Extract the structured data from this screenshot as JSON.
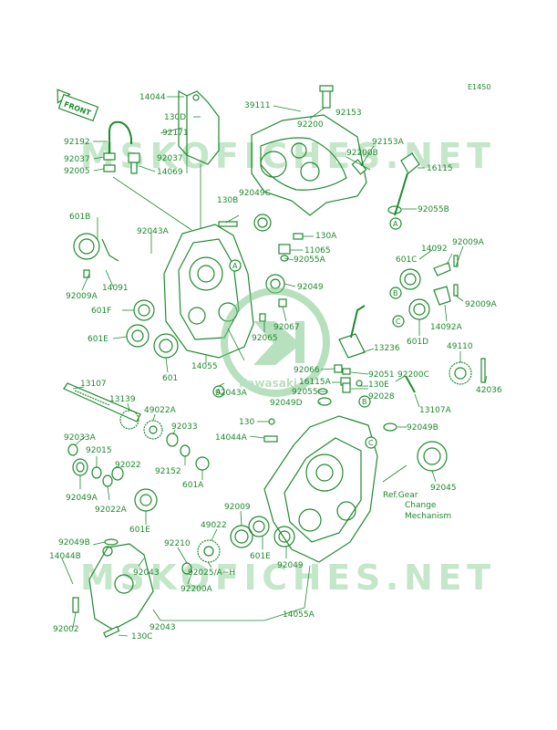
{
  "page_code": "E1450",
  "front_marker": "FRONT",
  "watermarks": [
    "MSKOFICHES.NET",
    "MSKOFICHES.NET"
  ],
  "brand_badge": "Kawasaki",
  "ref_note": [
    "Ref.Gear",
    "Change",
    "Mechanism"
  ],
  "refs": [
    "A",
    "A",
    "B",
    "C",
    "A",
    "B",
    "C"
  ],
  "callouts": {
    "c14044": "14044",
    "c130D": "130D",
    "c92171": "92171",
    "c92192": "92192",
    "c92037a": "92037",
    "c92037b": "92037",
    "c92005": "92005",
    "c14069": "14069",
    "c39111": "39111",
    "c92153": "92153",
    "c92200": "92200",
    "c92200B": "92200B",
    "c92153A": "92153A",
    "c16115": "16115",
    "c92055B": "92055B",
    "c130B": "130B",
    "c92049C": "92049C",
    "c601B": "601B",
    "c92043A": "92043A",
    "c130A": "130A",
    "c11065": "11065",
    "c92055A": "92055A",
    "c14091": "14091",
    "c92009A": "92009A",
    "c601C": "601C",
    "c14092": "14092",
    "c92009Aa": "92009A",
    "c92009Ab": "92009A",
    "c601F": "601F",
    "c92049": "92049",
    "c92067": "92067",
    "c14092A": "14092A",
    "c601E": "601E",
    "c92065": "92065",
    "c601D": "601D",
    "c49110": "49110",
    "c601": "601",
    "c14055": "14055",
    "c13236": "13236",
    "c92066": "92066",
    "c92051": "92051",
    "c92200C": "92200C",
    "c13107": "13107",
    "c92043Ab": "92043A",
    "c16115A": "16115A",
    "c130E": "130E",
    "c92028": "92028",
    "c42036": "42036",
    "c13139": "13139",
    "c49022A": "49022A",
    "c92055": "92055",
    "c13107A": "13107A",
    "c92049D": "92049D",
    "c92033A": "92033A",
    "c92033": "92033",
    "c130": "130",
    "c92049B": "92049B",
    "c14044A": "14044A",
    "c92015": "92015",
    "c92152": "92152",
    "c92022": "92022",
    "c601A": "601A",
    "c92045": "92045",
    "c92049A": "92049A",
    "c92022A": "92022A",
    "c601Eb": "601E",
    "c92009": "92009",
    "c49022": "49022",
    "c92210": "92210",
    "c92049Bb": "92049B",
    "c92043": "92043",
    "c92025": "92025/A~H",
    "c601Ec": "601E",
    "c92049b": "92049",
    "c14044B": "14044B",
    "c92200A": "92200A",
    "c92002": "92002",
    "c130C": "130C",
    "c92043b": "92043",
    "c14055A": "14055A"
  }
}
